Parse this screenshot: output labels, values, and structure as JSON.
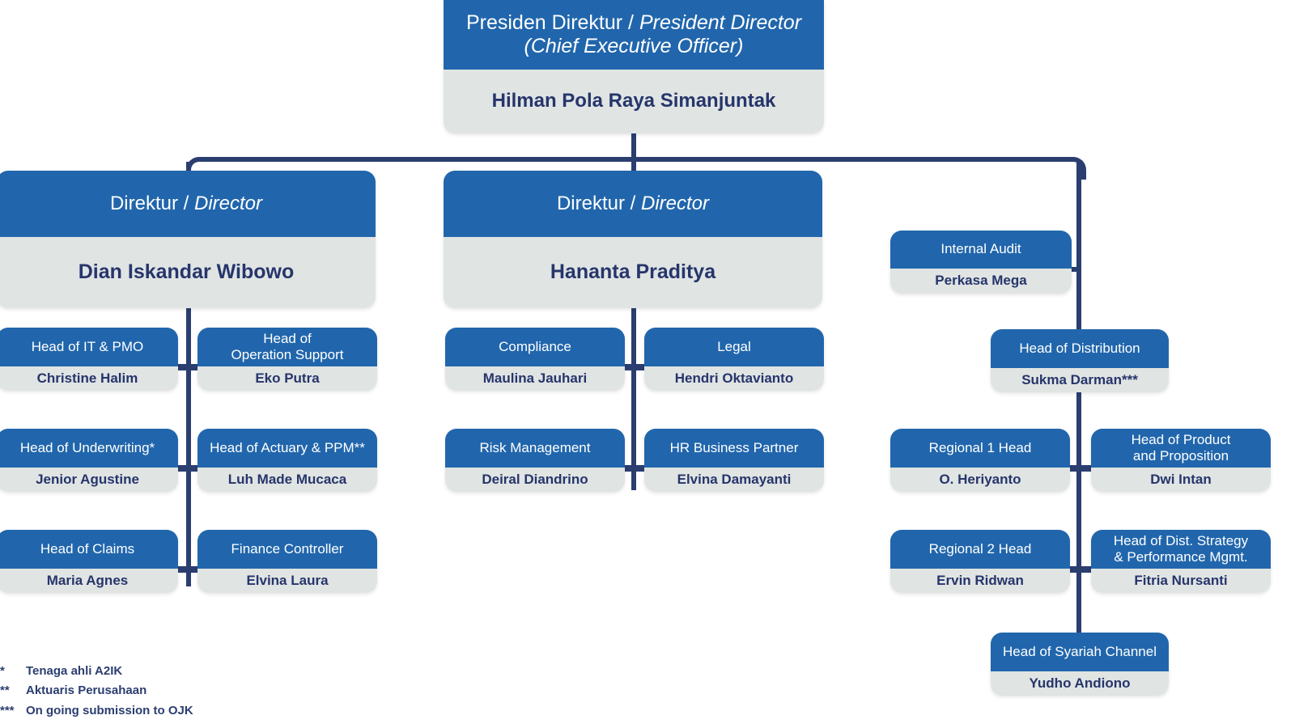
{
  "colors": {
    "header_blue": "#2166ac",
    "body_grey": "#e0e4e3",
    "connector_navy": "#2b3e70",
    "name_text": "#26356b",
    "title_text": "#ffffff"
  },
  "president": {
    "title_id": "Presiden Direktur",
    "separator": " / ",
    "title_en": "President Director",
    "title_en2": "(Chief Executive Officer)",
    "name": "Hilman Pola Raya Simanjuntak"
  },
  "directors": [
    {
      "title_id": "Direktur",
      "separator": " / ",
      "title_en": "Director",
      "name": "Dian Iskandar Wibowo"
    },
    {
      "title_id": "Direktur",
      "separator": " / ",
      "title_en": "Director",
      "name": "Hananta Praditya"
    }
  ],
  "left_branch": [
    {
      "title": "Head of IT & PMO",
      "name": "Christine Halim"
    },
    {
      "title": "Head of\nOperation Support",
      "name": "Eko Putra"
    },
    {
      "title": "Head of Underwriting*",
      "name": "Jenior Agustine"
    },
    {
      "title": "Head of Actuary & PPM**",
      "name": "Luh Made Mucaca"
    },
    {
      "title": "Head of Claims",
      "name": "Maria Agnes"
    },
    {
      "title": "Finance Controller",
      "name": "Elvina Laura"
    }
  ],
  "middle_branch": [
    {
      "title": "Compliance",
      "name": "Maulina Jauhari"
    },
    {
      "title": "Legal",
      "name": "Hendri Oktavianto"
    },
    {
      "title": "Risk Management",
      "name": "Deiral Diandrino"
    },
    {
      "title": "HR Business Partner",
      "name": "Elvina Damayanti"
    }
  ],
  "right_branch": {
    "internal_audit": {
      "title": "Internal Audit",
      "name": "Perkasa Mega"
    },
    "head_of_distribution": {
      "title": "Head of Distribution",
      "name": "Sukma Darman***"
    },
    "reports": [
      {
        "title": "Regional 1 Head",
        "name": "O. Heriyanto"
      },
      {
        "title": "Head of Product\nand Proposition",
        "name": "Dwi Intan"
      },
      {
        "title": "Regional 2 Head",
        "name": "Ervin Ridwan"
      },
      {
        "title": "Head of Dist. Strategy\n& Performance Mgmt.",
        "name": "Fitria Nursanti"
      },
      {
        "title": "Head of Syariah Channel",
        "name": "Yudho Andiono"
      }
    ]
  },
  "footnotes": [
    {
      "mark": "*",
      "text": "Tenaga ahli A2IK"
    },
    {
      "mark": "**",
      "text": "Aktuaris Perusahaan"
    },
    {
      "mark": "***",
      "text": "On going submission to OJK"
    }
  ]
}
